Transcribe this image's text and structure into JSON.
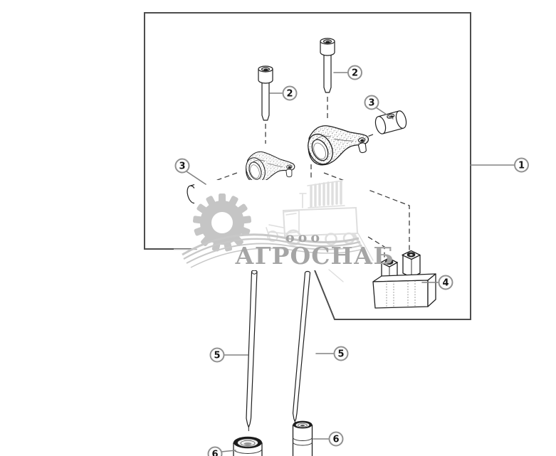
{
  "callouts": [
    {
      "label": "1",
      "part": "rocker-assembly-frame"
    },
    {
      "label": "2",
      "part": "socket-head-bolt-left"
    },
    {
      "label": "2",
      "part": "socket-head-bolt-right"
    },
    {
      "label": "3",
      "part": "pivot-bushing-left"
    },
    {
      "label": "3",
      "part": "pivot-bushing-right"
    },
    {
      "label": "4",
      "part": "rocker-support-bracket"
    },
    {
      "label": "5",
      "part": "push-rod-left"
    },
    {
      "label": "5",
      "part": "push-rod-right"
    },
    {
      "label": "6",
      "part": "valve-lifter-left"
    },
    {
      "label": "6",
      "part": "valve-lifter-right"
    }
  ],
  "watermark": {
    "prefix": "ооо",
    "name": "АГРОСНАБ"
  },
  "colors": {
    "line": "#1f1f1f",
    "frame": "#4d4d4d",
    "dashed": "#3f3f3f",
    "leader": "#828282",
    "callout_ring": "#919191",
    "callout_text": "#141414",
    "watermark_gray": "#c5c5c5",
    "watermark_light": "#dedede",
    "watermark_text": "#a5a5a5"
  }
}
